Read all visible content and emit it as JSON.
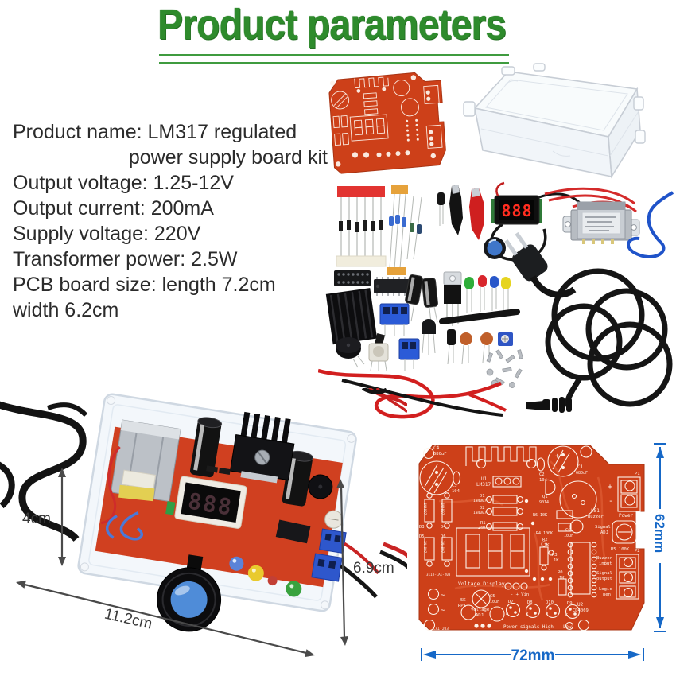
{
  "title": "Product parameters",
  "specs": [
    "Product name: LM317 regulated",
    "power supply board kit",
    "Output voltage: 1.25-12V",
    "Output current: 200mA",
    "Supply voltage: 220V",
    "Transformer power: 2.5W",
    "PCB board size: length 7.2cm",
    "width 6.2cm"
  ],
  "components": {
    "voltmeter_display": "888"
  },
  "assembled": {
    "display": "888",
    "dim_height": "4cm",
    "dim_side": "6.9cm",
    "dim_width": "11.2cm"
  },
  "pcb": {
    "dim_width": "72mm",
    "dim_height": "62mm",
    "labels": {
      "c4": "C4",
      "v680": "680uF",
      "c3": "C3",
      "v104": "104",
      "in4007": "1N4007",
      "d1": "D1",
      "d2": "D2",
      "d3": "D3",
      "d4": "D4",
      "d5": "D5",
      "d6": "D6",
      "u1": "U1",
      "lm317": "LM317",
      "r1": "R1",
      "r1v": "240",
      "c2": "C2",
      "c1": "C1",
      "q1": "Q1",
      "q1v": "9014",
      "r6": "R6 10K",
      "r4": "R4 100K",
      "r2": "R2",
      "r3": "R3",
      "r0": "R0",
      "v1k": "1K",
      "c6": "C6",
      "v10uf": "10uF",
      "ls1": "LS1",
      "buzzer": "Buzzer",
      "signal": "Signal",
      "adj": "ADJ",
      "r5": "R5 100K",
      "p1": "P1",
      "power": "Power",
      "plus": "+",
      "minus": "-",
      "p2": "P2",
      "input": "input",
      "output": "output",
      "logic": "Logic",
      "pen": "pen",
      "u2": "U2",
      "cd4069": "CD4069",
      "vdisp": "Voltage Display",
      "c5": "C5",
      "k5": "5K",
      "rp1": "RP1",
      "voltage": "Voltage",
      "vin": "- + Vin",
      "d7": "D7",
      "d8": "D8",
      "d10": "D10",
      "d9": "D9",
      "lb": "B",
      "ly": "Y",
      "lr": "R",
      "lg": "G",
      "ps": "Power signals High",
      "low": "Low",
      "code1": "3118-CAI-203",
      "code2": "CAI-203",
      "ac": "~"
    }
  },
  "colors": {
    "title_green": "#2e8b2c",
    "pcb_red": "#cd4019",
    "dim_blue": "#1668c7"
  }
}
